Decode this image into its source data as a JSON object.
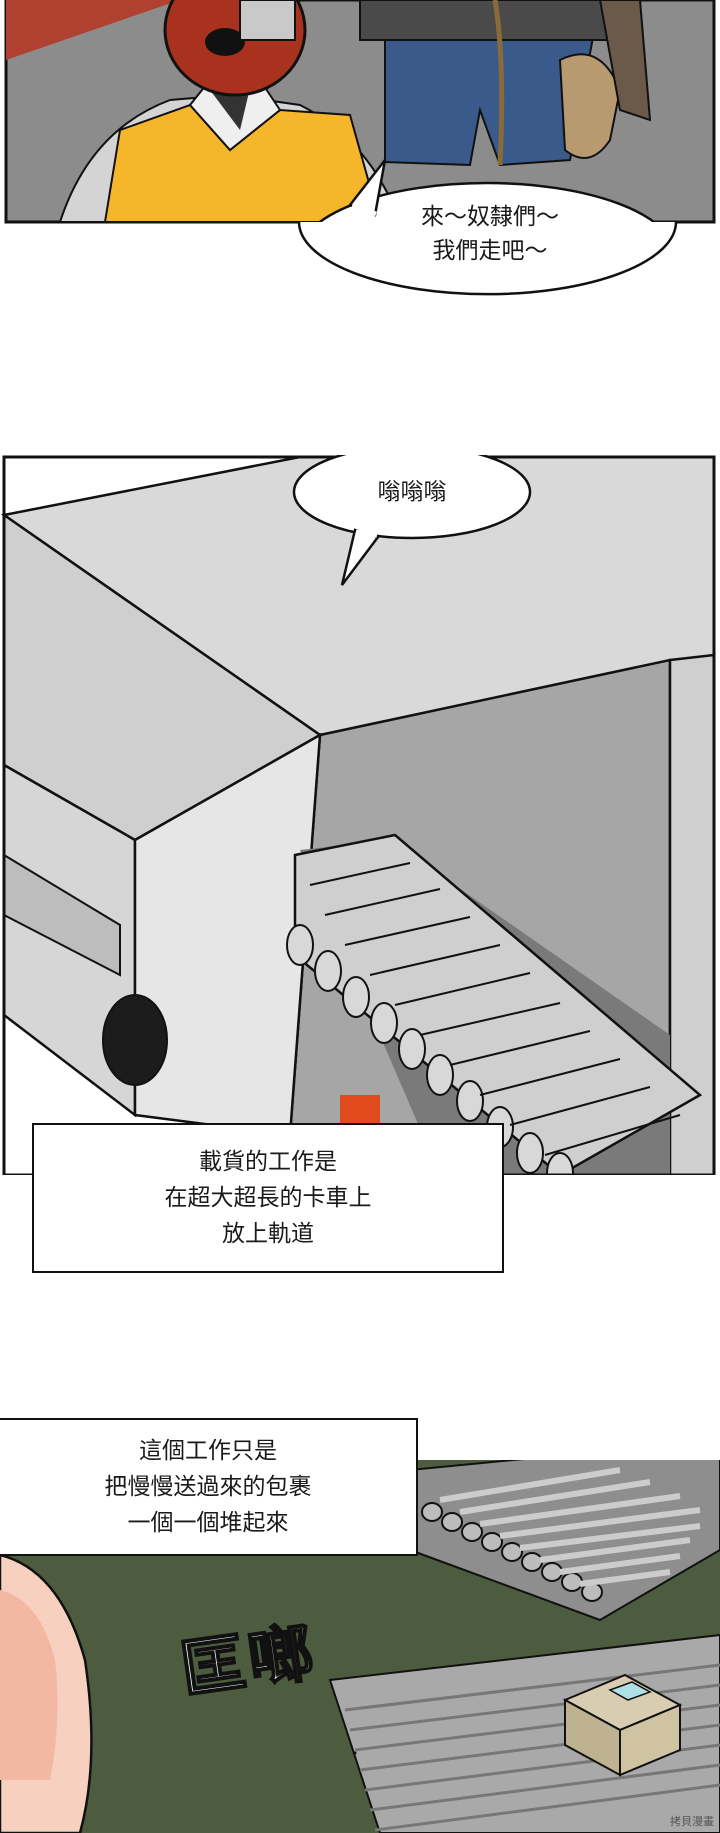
{
  "panel1": {
    "bubble_lines": [
      "來～奴隸們～",
      "我們走吧～"
    ]
  },
  "panel2": {
    "bubble_text": "嗡嗡嗡",
    "caption_lines": [
      "載貨的工作是",
      "在超大超長的卡車上",
      "放上軌道"
    ]
  },
  "panel3": {
    "caption_lines": [
      "這個工作只是",
      "把慢慢送過來的包裹",
      "一個一個堆起來"
    ],
    "sfx": "匡啷"
  },
  "watermark": "拷貝漫畫",
  "colors": {
    "vest": "#f6b62c",
    "skin_dark": "#a8321e",
    "jeans": "#3b5a8c",
    "truck_body": "#d9d9d9",
    "floor_green": "#4d5c3f"
  }
}
